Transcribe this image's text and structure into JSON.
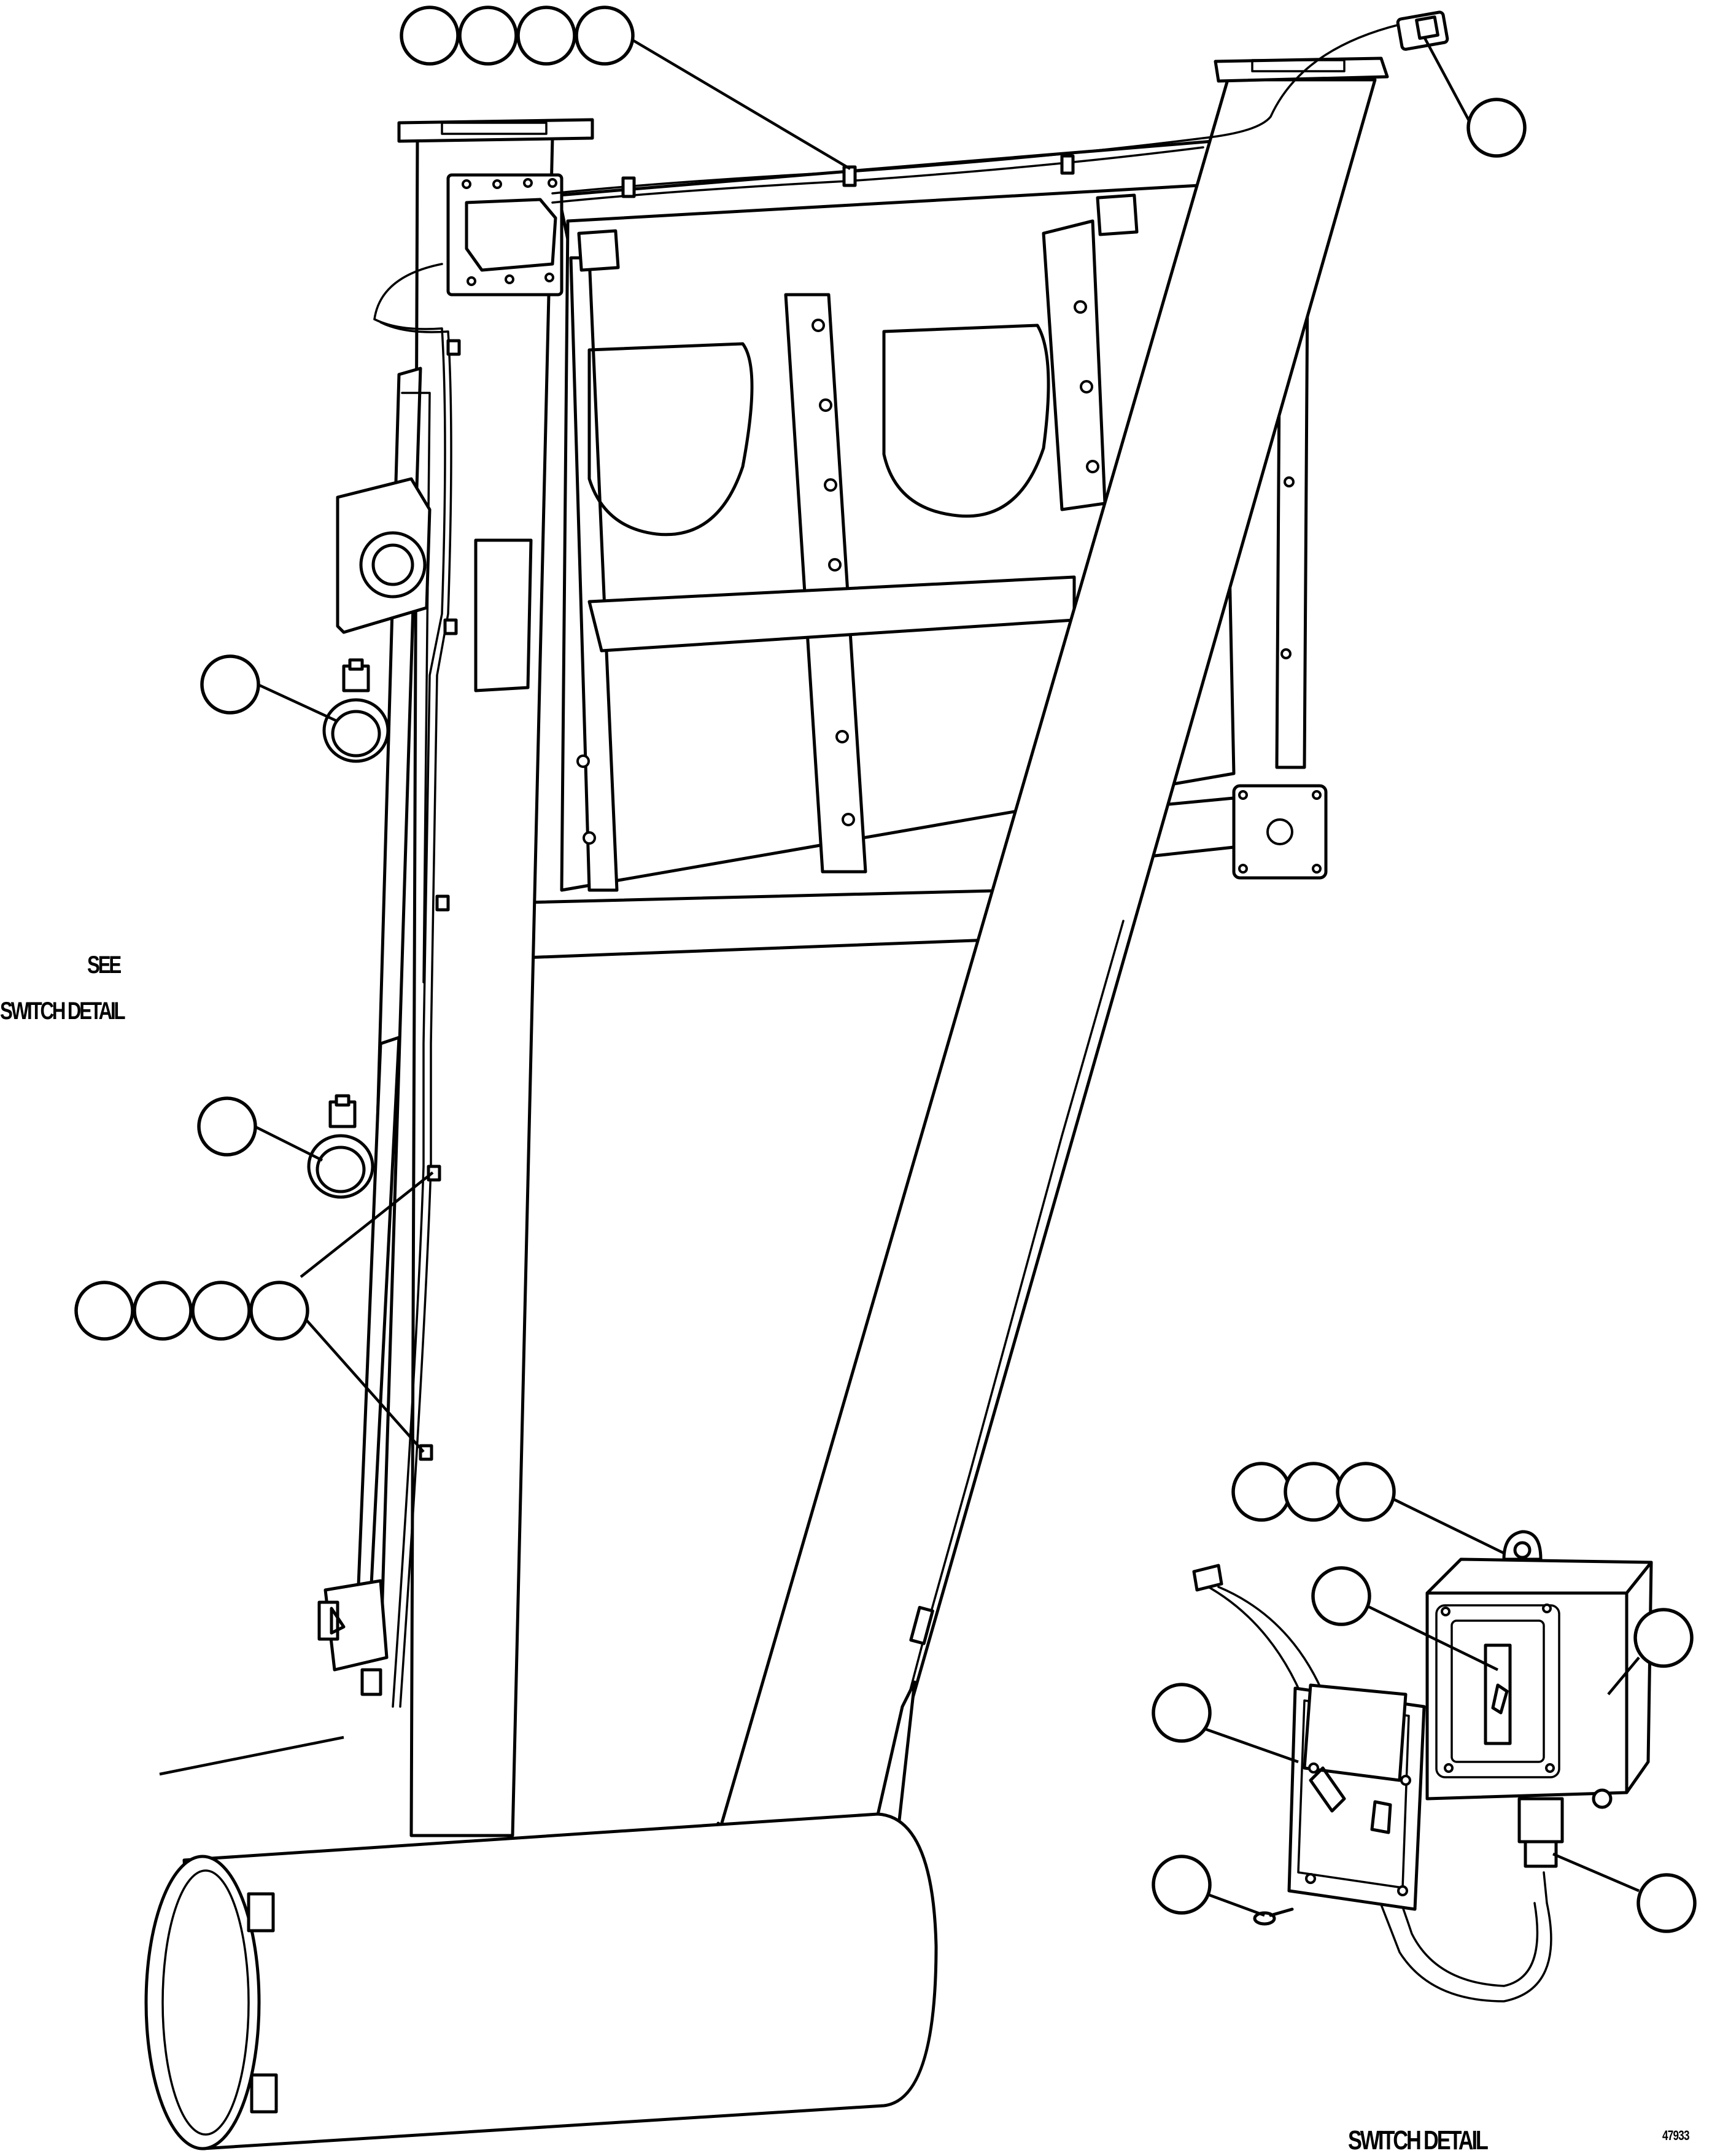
{
  "diagram": {
    "labels": {
      "see": "SEE",
      "switch_detail_reference": "SWITCH DETAIL",
      "switch_detail_title": "SWITCH DETAIL",
      "drawing_number": "47933"
    },
    "callout_groups": [
      {
        "name": "top-harness-callouts",
        "bubble_count": 4
      },
      {
        "name": "connector-plug-callout",
        "bubble_count": 1
      },
      {
        "name": "upper-lamp-callout",
        "bubble_count": 1
      },
      {
        "name": "lower-lamp-callout",
        "bubble_count": 1
      },
      {
        "name": "clip-callouts",
        "bubble_count": 4
      },
      {
        "name": "switch-fastener-callouts",
        "bubble_count": 3
      },
      {
        "name": "switch-toggle-callout",
        "bubble_count": 1
      },
      {
        "name": "switch-box-callout",
        "bubble_count": 1
      },
      {
        "name": "switch-cover-callout",
        "bubble_count": 1
      },
      {
        "name": "cover-screw-callout",
        "bubble_count": 1
      },
      {
        "name": "cable-fitting-callout",
        "bubble_count": 1
      }
    ],
    "style": {
      "line_color": "#000000",
      "background": "#ffffff"
    }
  }
}
